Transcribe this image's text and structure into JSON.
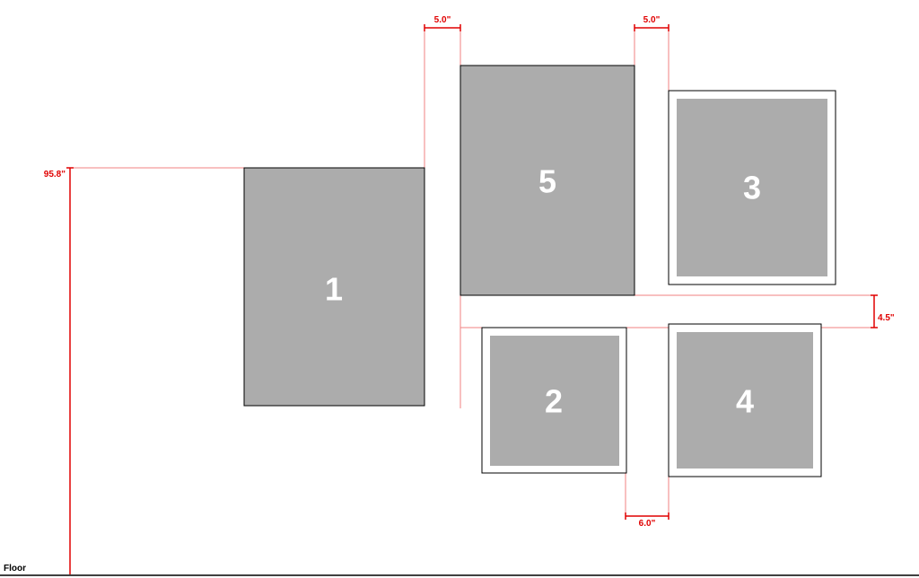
{
  "floor_label": "Floor",
  "dimensions": {
    "height_from_floor": "95.8\"",
    "gap_1_to_5": "5.0\"",
    "gap_5_to_3": "5.0\"",
    "gap_row_vertical": "4.5\"",
    "gap_2_to_4": "6.0\""
  },
  "frames": {
    "frame_1": "1",
    "frame_2": "2",
    "frame_3": "3",
    "frame_4": "4",
    "frame_5": "5"
  },
  "colors": {
    "frame_fill": "#acacac",
    "dimension_red": "#e00000",
    "guide_pink": "#f08080"
  }
}
